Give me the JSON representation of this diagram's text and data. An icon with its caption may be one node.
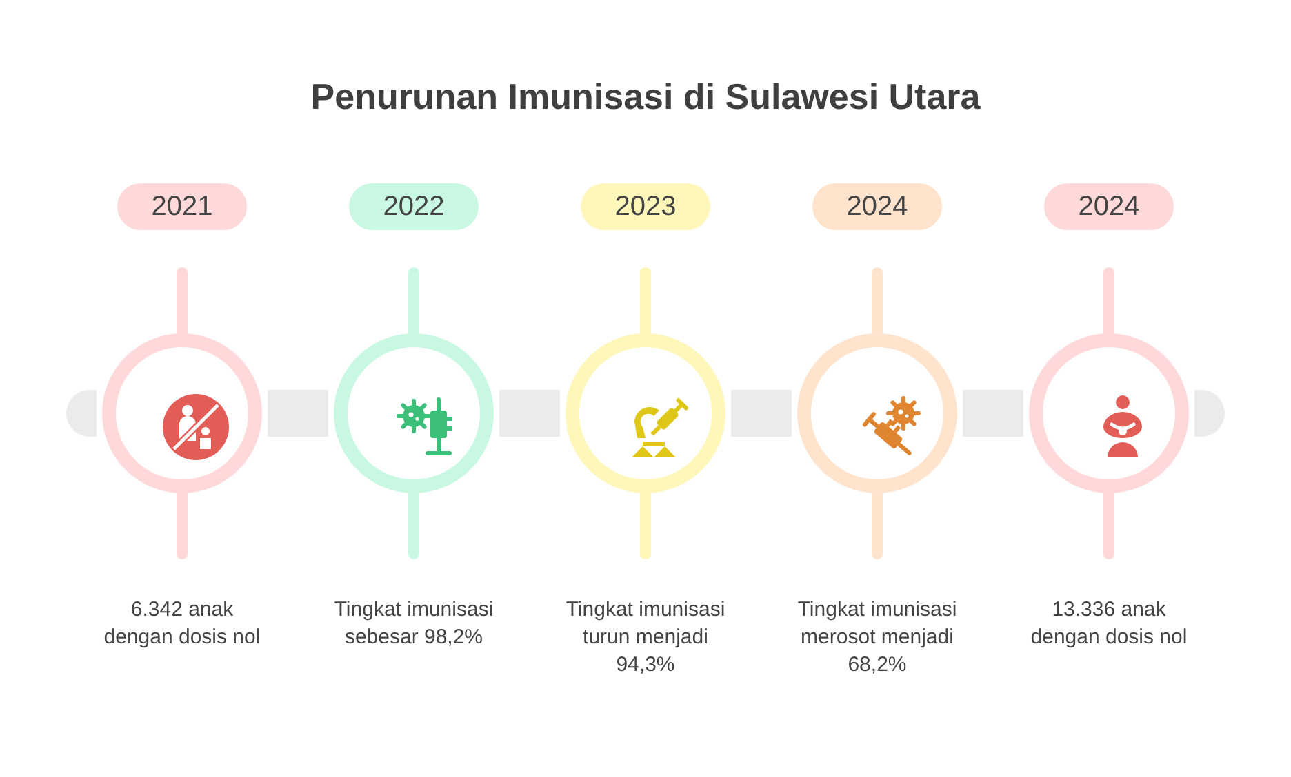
{
  "diagram": {
    "title": "Penurunan Imunisasi di Sulawesi Utara",
    "nodes": [
      {
        "text": [
          "2021"
        ]
      },
      {
        "text": [],
        "shape": "circle"
      },
      {
        "text": [
          "2022"
        ]
      },
      {
        "text": [],
        "shape": "circle"
      },
      {
        "text": [
          "2023"
        ]
      },
      {
        "text": [],
        "shape": "circle"
      },
      {
        "text": [
          "2024"
        ]
      },
      {
        "text": [],
        "shape": "circle"
      },
      {
        "text": [
          "2024"
        ]
      },
      {
        "text": [],
        "shape": "circle"
      }
    ],
    "labels": [
      "6.342 anak dengan dosis nol",
      "Tingkat imunisasi sebesar 98,2%",
      "Tingkat imunisasi turun menjadi 94,3%",
      "Tingkat imunisasi merosot menjadi 68,2%",
      "13.336 anak dengan dosis nol"
    ]
  }
}
